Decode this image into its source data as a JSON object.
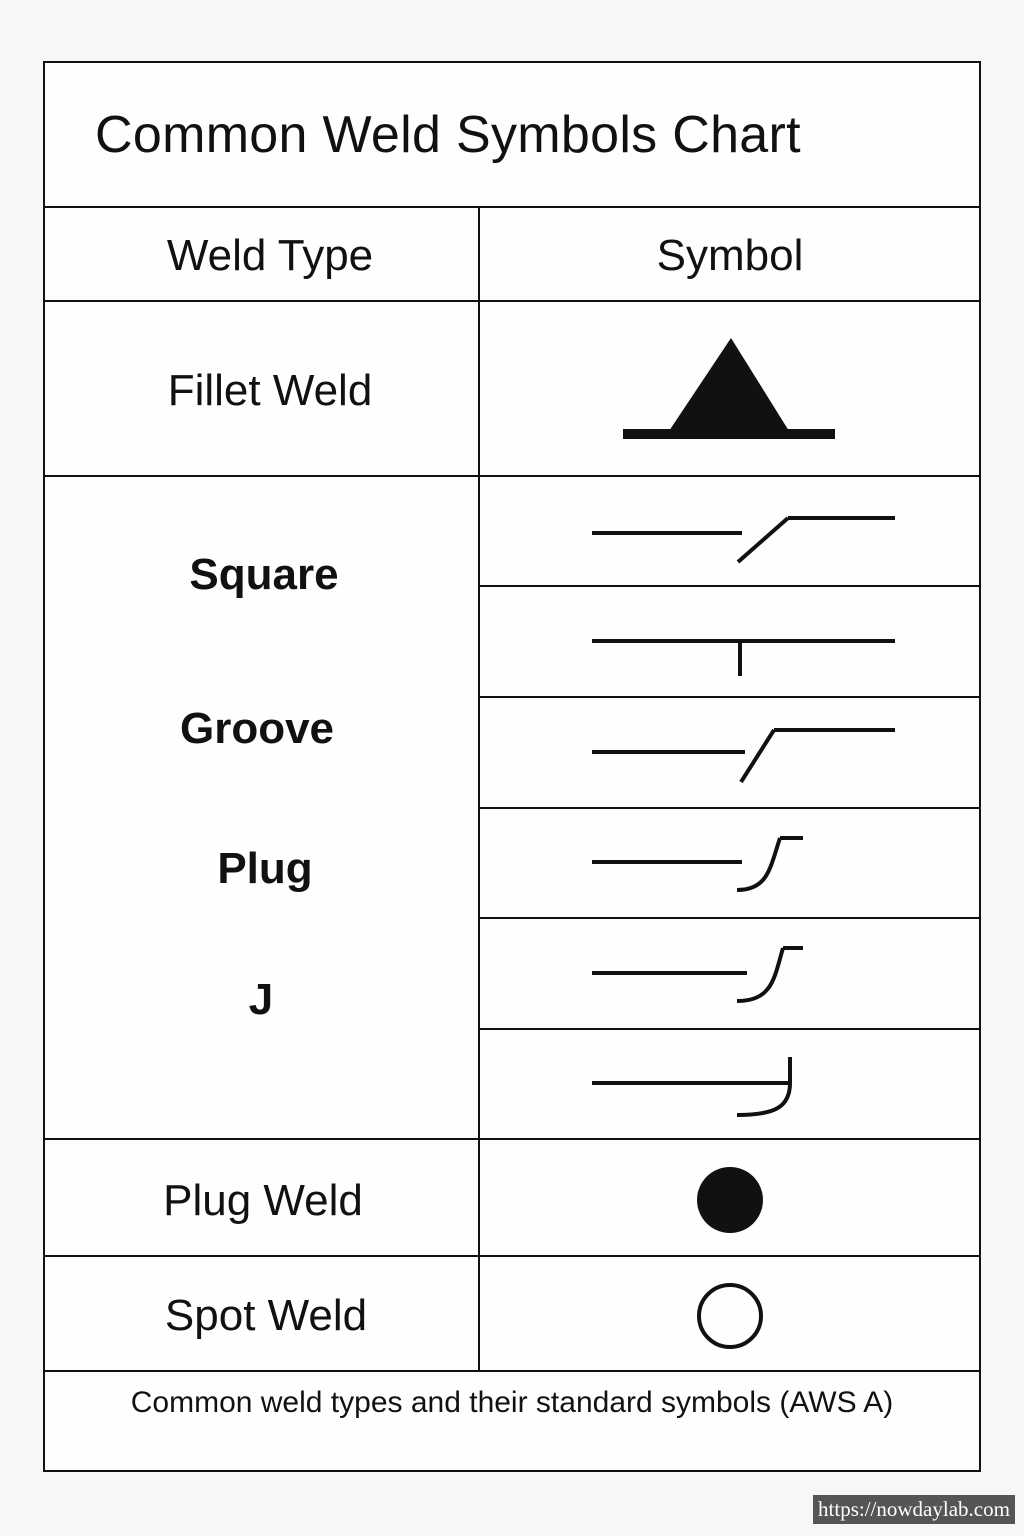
{
  "title": "Common Weld Symbols Chart",
  "table": {
    "headers": [
      "Weld Type",
      "Symbol"
    ],
    "rows": [
      {
        "type": "Fillet Weld",
        "symbol": "fillet-triangle-icon"
      },
      {
        "type_group": [
          "Square",
          "Groove",
          "Plug",
          "J"
        ],
        "symbols": [
          "bevel-groove-icon",
          "square-groove-icon",
          "v-groove-icon",
          "j-groove-icon",
          "j-groove-icon",
          "j-flare-icon"
        ]
      },
      {
        "type": "Plug Weld",
        "symbol": "filled-circle-icon"
      },
      {
        "type": "Spot Weld",
        "symbol": "open-circle-icon"
      }
    ],
    "grouped_labels": [
      "Square",
      "Groove",
      "Plug",
      "J"
    ],
    "plug_weld": "Plug Weld",
    "spot_weld": "Spot Weld",
    "fillet_weld": "Fillet Weld"
  },
  "caption": "Common weld types and their standard symbols (AWS A)",
  "watermark": "https://nowdaylab.com",
  "colors": {
    "ink": "#111111",
    "paper": "#fefefe",
    "background": "#f7f7f7",
    "watermark_bg": "#555555"
  }
}
